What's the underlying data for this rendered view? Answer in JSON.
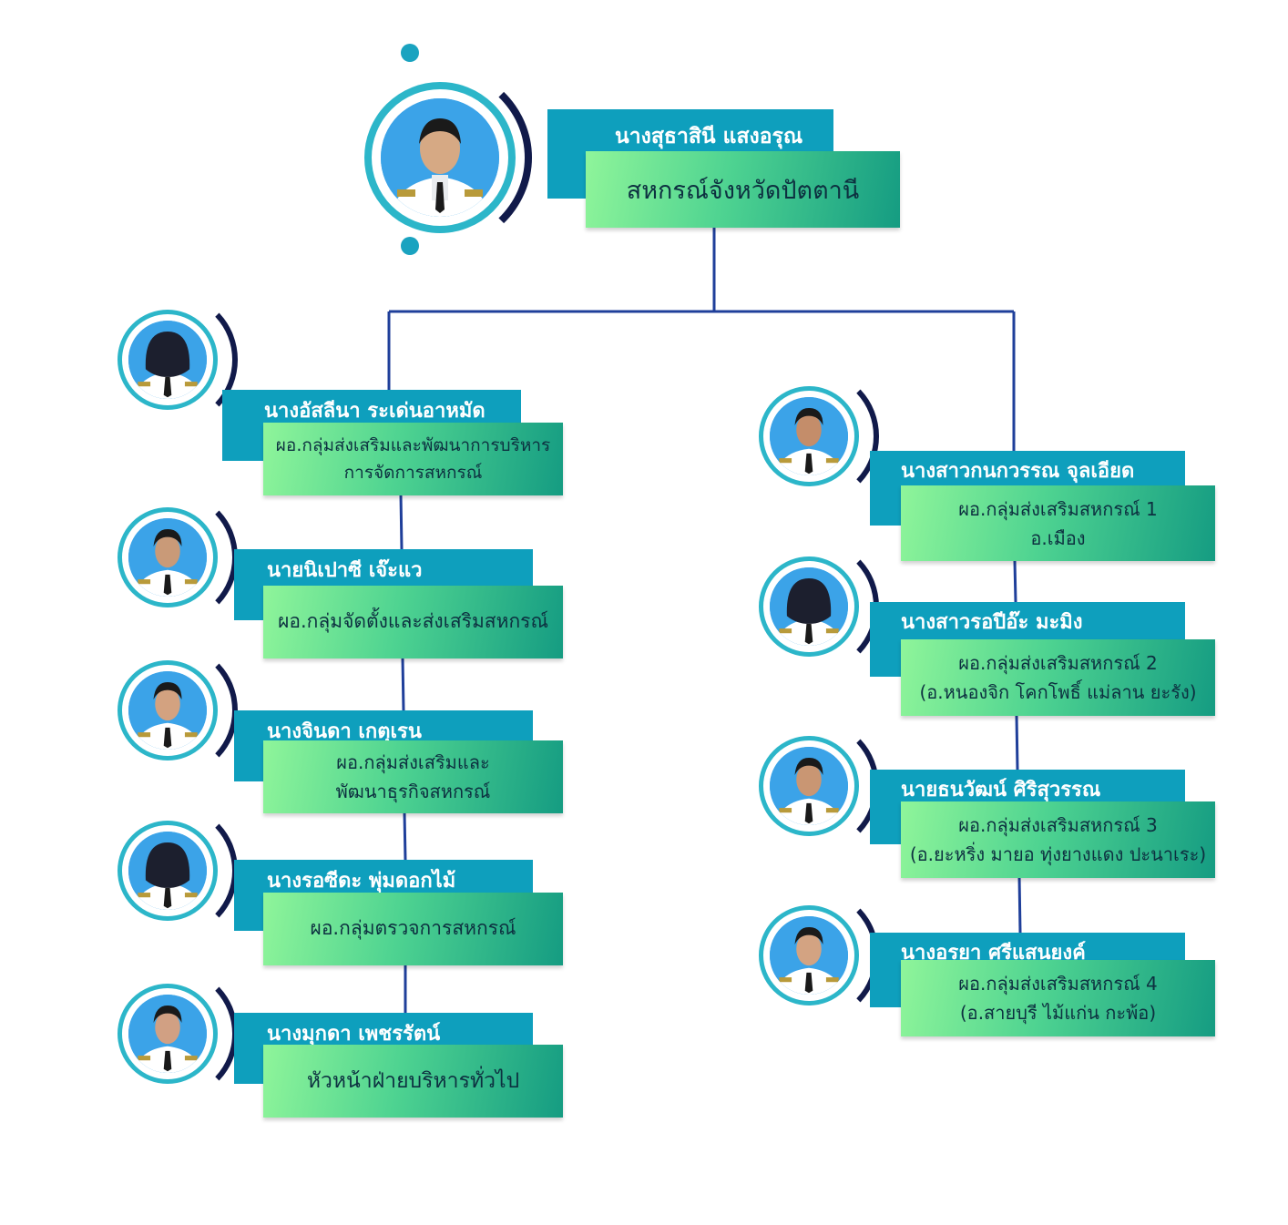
{
  "top": {
    "name": "นางสุธาสินี แสงอรุณ",
    "title": "สหกรณ์จังหวัดปัตตานี"
  },
  "left_column": [
    {
      "name": "นางอัสลีนา ระเด่นอาหมัด",
      "title_line1": "ผอ.กลุ่มส่งเสริมและพัฒนาการบริหาร",
      "title_line2": "การจัดการสหกรณ์"
    },
    {
      "name": "นายนิเปาซี เจ๊ะแว",
      "title_line1": "ผอ.กลุ่มจัดตั้งและส่งเสริมสหกรณ์",
      "title_line2": ""
    },
    {
      "name": "นางจินดา เกตุเรน",
      "title_line1": "ผอ.กลุ่มส่งเสริมและ",
      "title_line2": "พัฒนาธุรกิจสหกรณ์"
    },
    {
      "name": "นางรอซีดะ พุ่มดอกไม้",
      "title_line1": "ผอ.กลุ่มตรวจการสหกรณ์",
      "title_line2": ""
    },
    {
      "name": "นางมุกดา เพชรรัตน์",
      "title_line1": "หัวหน้าฝ่ายบริหารทั่วไป",
      "title_line2": ""
    }
  ],
  "right_column": [
    {
      "name": "นางสาวกนกวรรณ จุลเอียด",
      "title_line1": "ผอ.กลุ่มส่งเสริมสหกรณ์ 1",
      "title_line2": "อ.เมือง"
    },
    {
      "name": "นางสาวรอปีอ๊ะ มะมิง",
      "title_line1": "ผอ.กลุ่มส่งเสริมสหกรณ์ 2",
      "title_line2": "(อ.หนองจิก โคกโพธิ์ แม่ลาน ยะรัง)"
    },
    {
      "name": "นายธนวัฒน์ ศิริสุวรรณ",
      "title_line1": "ผอ.กลุ่มส่งเสริมสหกรณ์ 3",
      "title_line2": "(อ.ยะหริ่ง มายอ ทุ่งยางแดง ปะนาเระ)"
    },
    {
      "name": "นางอรยา ศรีแสนยงค์",
      "title_line1": "ผอ.กลุ่มส่งเสริมสหกรณ์ 4",
      "title_line2": "(อ.สายบุรี ไม้แก่น กะพ้อ)"
    }
  ],
  "colors": {
    "name_box": "#0e9fbd",
    "title_gradient_start": "#8ff59a",
    "title_gradient_end": "#159c82",
    "connector": "#1f3f9a",
    "ring": "#2cb6c9",
    "arc": "#111a4a"
  }
}
